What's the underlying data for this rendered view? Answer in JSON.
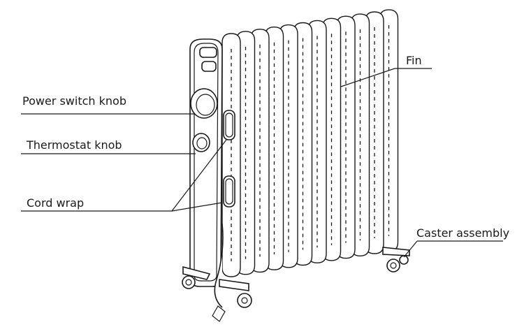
{
  "labels": {
    "fin": "Fin",
    "power_switch_knob": "Power switch knob",
    "thermostat_knob": "Thermostat knob",
    "cord_wrap": "Cord wrap",
    "caster_assembly": "Caster assembly"
  },
  "colors": {
    "line": "#1a1a1a",
    "background": "#ffffff"
  }
}
